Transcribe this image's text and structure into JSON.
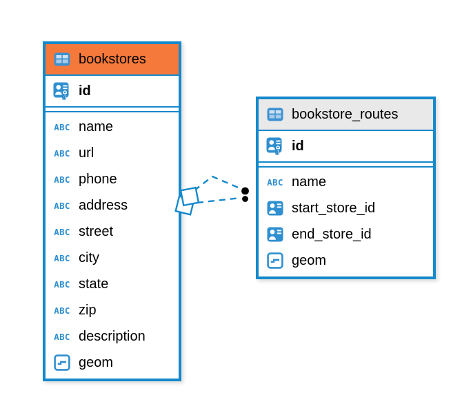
{
  "diagram": {
    "background_color": "#FFFFFF",
    "accent_color": "#1489CB",
    "icon_color": "#2F8FD0",
    "text_color": "#000000",
    "icon_glyphs": {
      "text-type-icon": "ABC"
    },
    "tables": [
      {
        "name": "bookstores",
        "header_color": "#F5793B",
        "header_icon": "table-icon",
        "primary_keys": [
          {
            "label": "id",
            "icon": "primary-key-icon"
          }
        ],
        "columns": [
          {
            "label": "name",
            "icon": "text-type-icon"
          },
          {
            "label": "url",
            "icon": "text-type-icon"
          },
          {
            "label": "phone",
            "icon": "text-type-icon"
          },
          {
            "label": "address",
            "icon": "text-type-icon"
          },
          {
            "label": "street",
            "icon": "text-type-icon"
          },
          {
            "label": "city",
            "icon": "text-type-icon"
          },
          {
            "label": "state",
            "icon": "text-type-icon"
          },
          {
            "label": "zip",
            "icon": "text-type-icon"
          },
          {
            "label": "description",
            "icon": "text-type-icon"
          },
          {
            "label": "geom",
            "icon": "geometry-type-icon"
          }
        ]
      },
      {
        "name": "bookstore_routes",
        "header_color": "#E9E9E9",
        "header_icon": "table-icon",
        "primary_keys": [
          {
            "label": "id",
            "icon": "primary-key-icon"
          }
        ],
        "columns": [
          {
            "label": "name",
            "icon": "text-type-icon"
          },
          {
            "label": "start_store_id",
            "icon": "user-reference-icon"
          },
          {
            "label": "end_store_id",
            "icon": "user-reference-icon"
          },
          {
            "label": "geom",
            "icon": "geometry-type-icon"
          }
        ]
      }
    ],
    "relationships": [
      {
        "from_table": "bookstores",
        "to_table": "bookstore_routes",
        "referencing_column": "start_store_id",
        "line_style": "dashed",
        "line_color": "#1489CB",
        "source_marker": "overlapping-diamonds",
        "target_marker": "filled-dot",
        "dot_color": "#000000"
      },
      {
        "from_table": "bookstores",
        "to_table": "bookstore_routes",
        "referencing_column": "end_store_id",
        "line_style": "dashed",
        "line_color": "#1489CB",
        "source_marker": "overlapping-diamonds",
        "target_marker": "filled-dot",
        "dot_color": "#000000"
      }
    ]
  }
}
